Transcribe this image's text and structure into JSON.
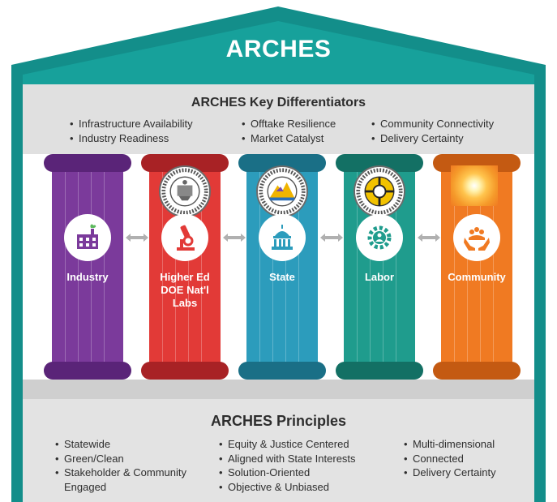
{
  "title": "ARCHES",
  "differentiators": {
    "title": "ARCHES Key Differentiators",
    "columns": [
      [
        "Infrastructure Availability",
        "Industry Readiness"
      ],
      [
        "Offtake Resilience",
        "Market Catalyst"
      ],
      [
        "Community Connectivity",
        "Delivery Certainty"
      ]
    ]
  },
  "pillars": [
    {
      "label": "Industry",
      "icon": "factory-icon",
      "color": "#7b3a9b",
      "cap_color": "#5a2478",
      "seal": null
    },
    {
      "label": "Higher Ed\nDOE Nat'l\nLabs",
      "icon": "microscope-icon",
      "color": "#e23a37",
      "cap_color": "#a82225",
      "seal": "university-seal"
    },
    {
      "label": "State",
      "icon": "capitol-icon",
      "color": "#2c9cbc",
      "cap_color": "#1a6f86",
      "seal": "state-seal"
    },
    {
      "label": "Labor",
      "icon": "gear-people-icon",
      "color": "#1f9c8d",
      "cap_color": "#137064",
      "seal": "labor-seal"
    },
    {
      "label": "Community",
      "icon": "hands-people-icon",
      "color": "#f07a22",
      "cap_color": "#c45a12",
      "seal": "sun-image"
    }
  ],
  "principles": {
    "title": "ARCHES Principles",
    "columns": [
      [
        "Statewide",
        "Green/Clean",
        "Stakeholder & Community Engaged"
      ],
      [
        "Equity & Justice Centered",
        "Aligned with State Interests",
        "Solution-Oriented",
        "Objective & Unbiased"
      ],
      [
        "Multi-dimensional",
        "Connected",
        "Delivery Certainty"
      ]
    ]
  },
  "colors": {
    "frame": "#138e8a",
    "panel": "#e0e0e0",
    "arrow": "#b0b0b0"
  }
}
